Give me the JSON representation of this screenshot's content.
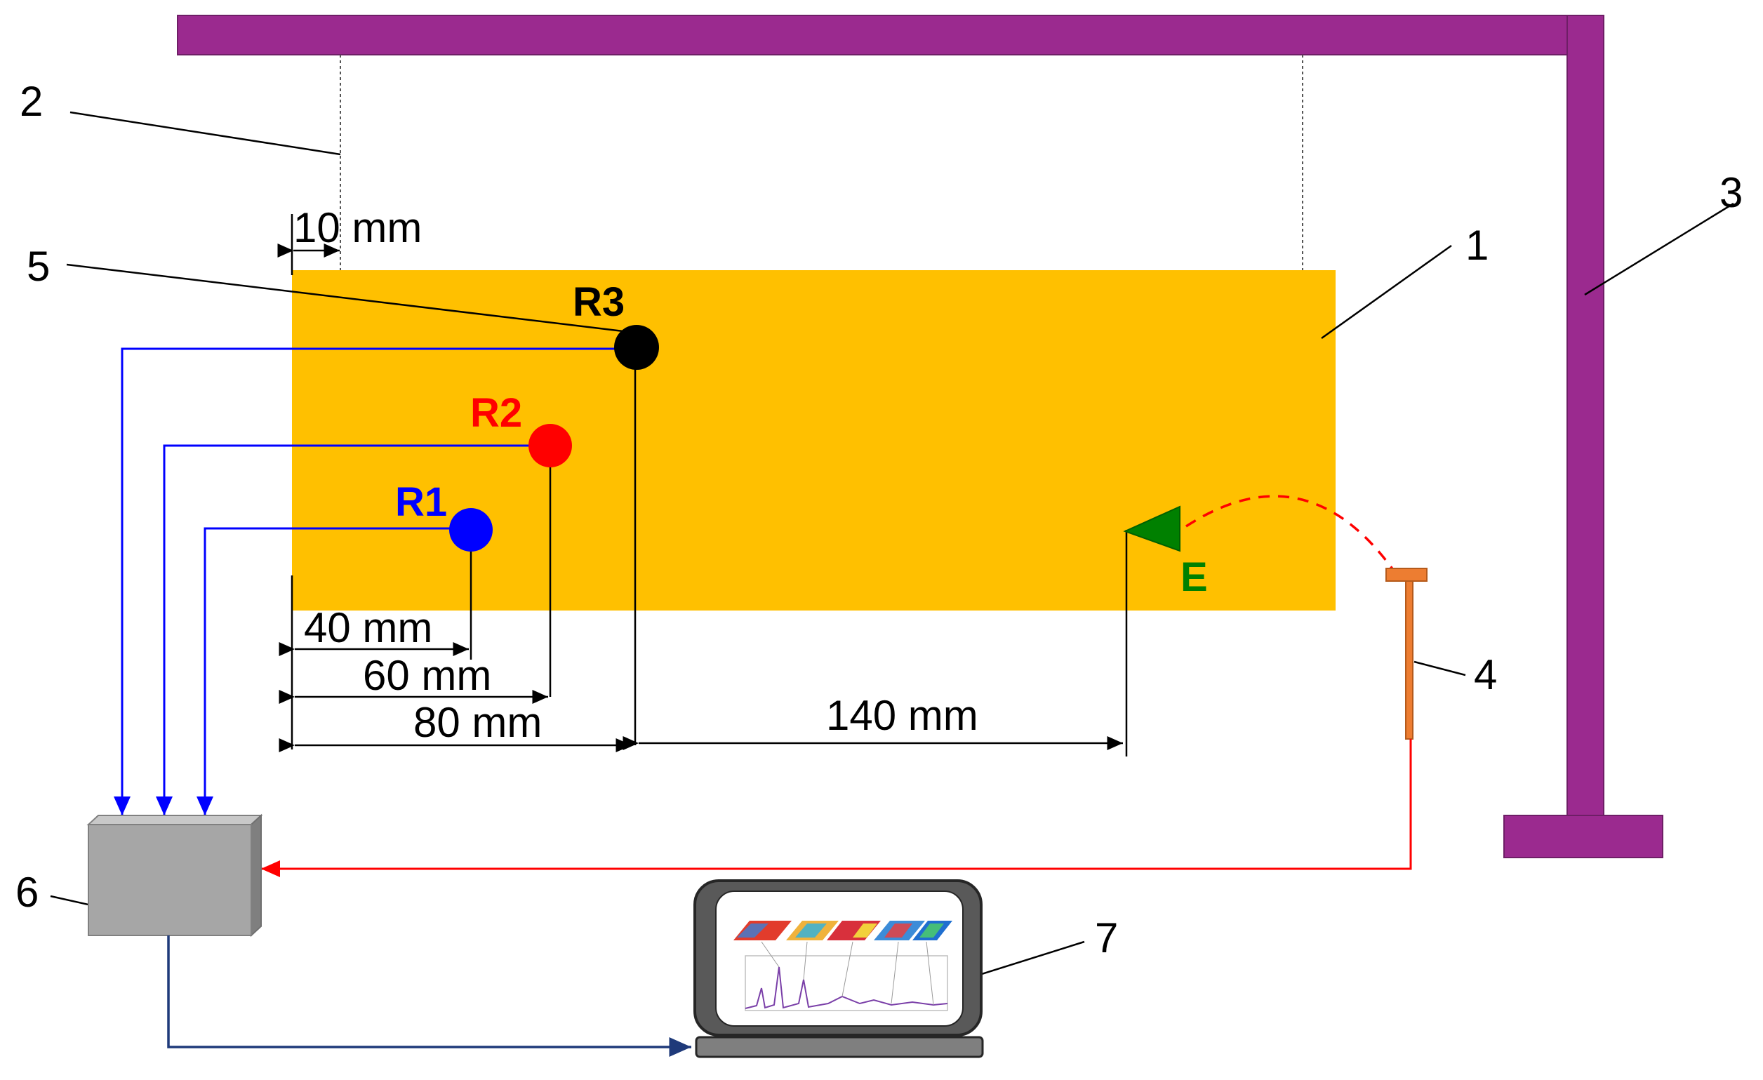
{
  "diagram": {
    "callouts": {
      "c1": "1",
      "c2": "2",
      "c3": "3",
      "c4": "4",
      "c5": "5",
      "c6": "6",
      "c7": "7"
    },
    "sensors": {
      "r1": {
        "label": "R1",
        "color": "#0000ff"
      },
      "r2": {
        "label": "R2",
        "color": "#ff0000"
      },
      "r3": {
        "label": "R3",
        "color": "#000000"
      },
      "exciter": {
        "label": "E",
        "color": "#008000"
      }
    },
    "dimensions": {
      "gap": "10 mm",
      "r1": "40 mm",
      "r2": "60 mm",
      "r3": "80 mm",
      "exciter": "140 mm"
    },
    "colors": {
      "plate": "#ffc000",
      "frame": "#9b2a8f",
      "hammer": "#ed7d31",
      "daq": "#a6a6a6",
      "wire_blue": "#0000ff",
      "wire_red": "#ff0000",
      "wire_navy": "#1f3a7a"
    }
  }
}
